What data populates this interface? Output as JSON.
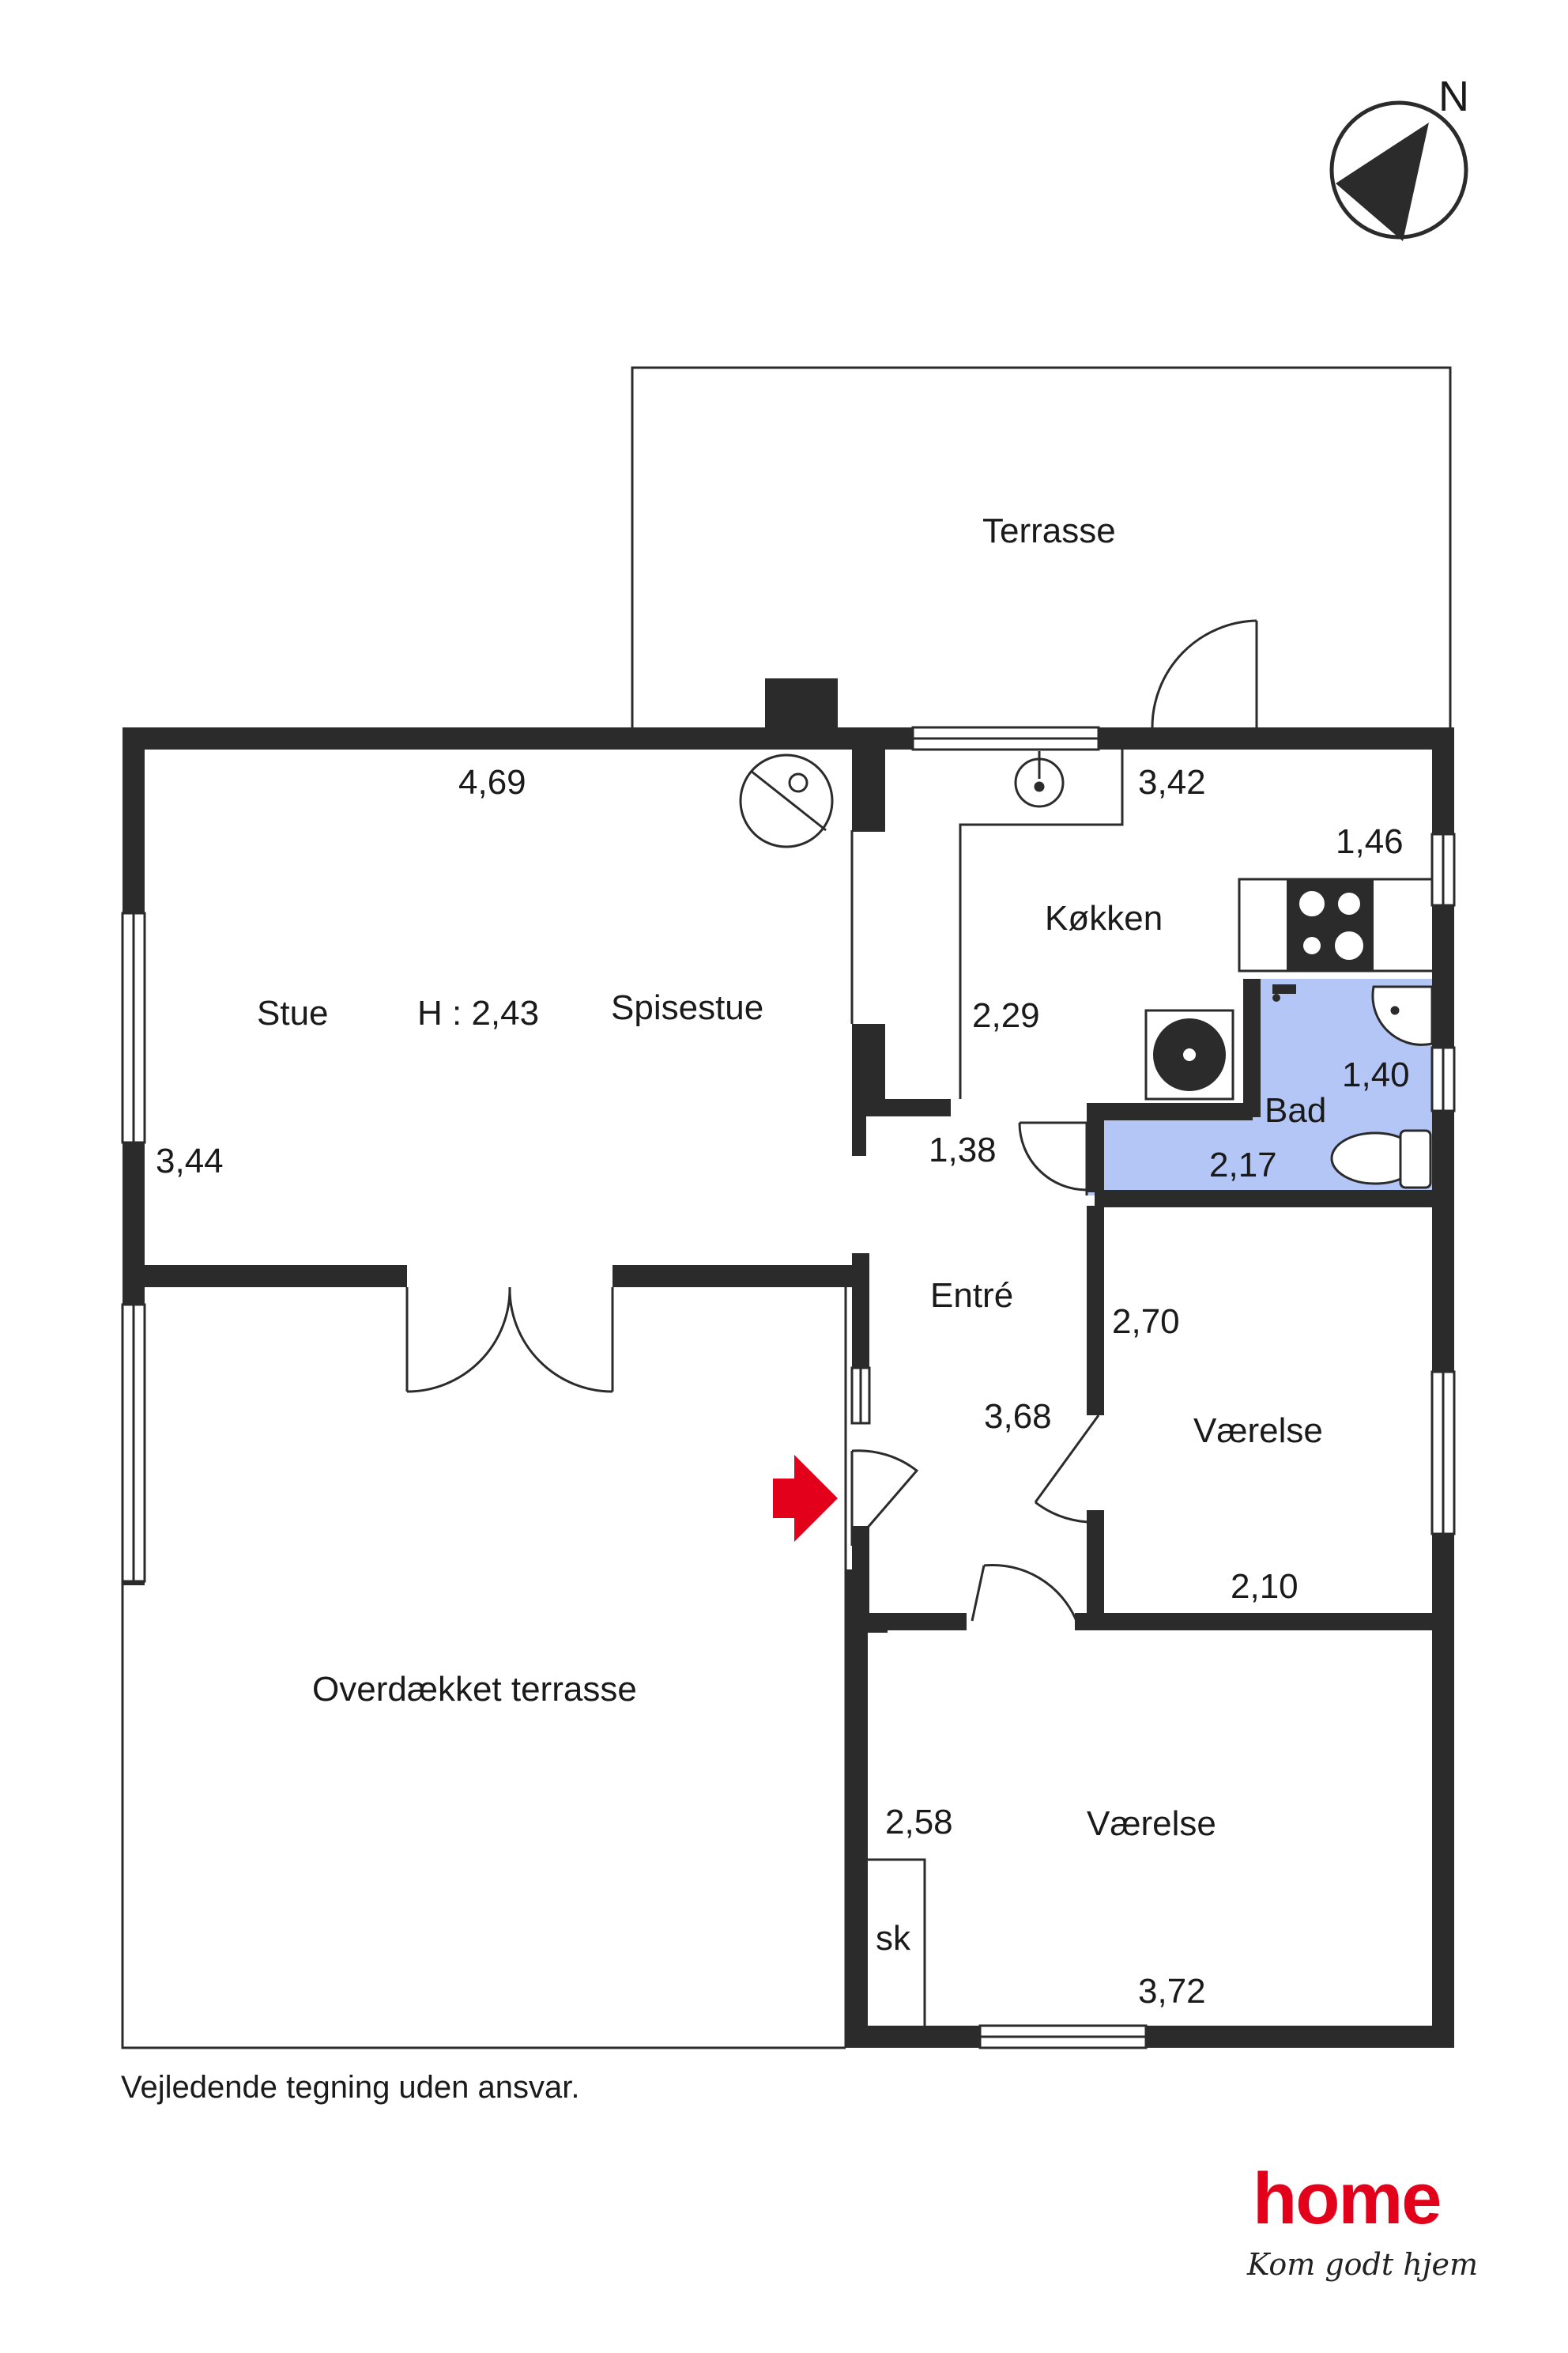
{
  "compass": {
    "label": "N"
  },
  "rooms": {
    "terrasse": "Terrasse",
    "stue": "Stue",
    "height": "H : 2,43",
    "spisestue": "Spisestue",
    "kokken": "Køkken",
    "bad": "Bad",
    "entre": "Entré",
    "vaerelse_1": "Værelse",
    "vaerelse_2": "Værelse",
    "overdaekket": "Overdækket terrasse",
    "skab": "sk"
  },
  "dimensions": {
    "stue_width": "4,69",
    "stue_depth": "3,44",
    "kokken_width": "3,42",
    "kokken_small": "1,46",
    "kokken_depth": "2,29",
    "passage": "1,38",
    "bad_depth": "1,40",
    "bad_width": "2,17",
    "vaerelse1_depth": "2,70",
    "entre_depth": "3,68",
    "vaerelse1_width": "2,10",
    "vaerelse2_depth": "2,58",
    "vaerelse2_width": "3,72"
  },
  "footer": {
    "disclaimer": "Vejledende tegning uden ansvar."
  },
  "logo": {
    "word": "home",
    "tagline": "Kom godt hjem"
  },
  "colors": {
    "wall": "#2b2b2b",
    "bathroom": "#b3c6f5",
    "entry_arrow": "#e3001b",
    "brand": "#e3001b"
  }
}
